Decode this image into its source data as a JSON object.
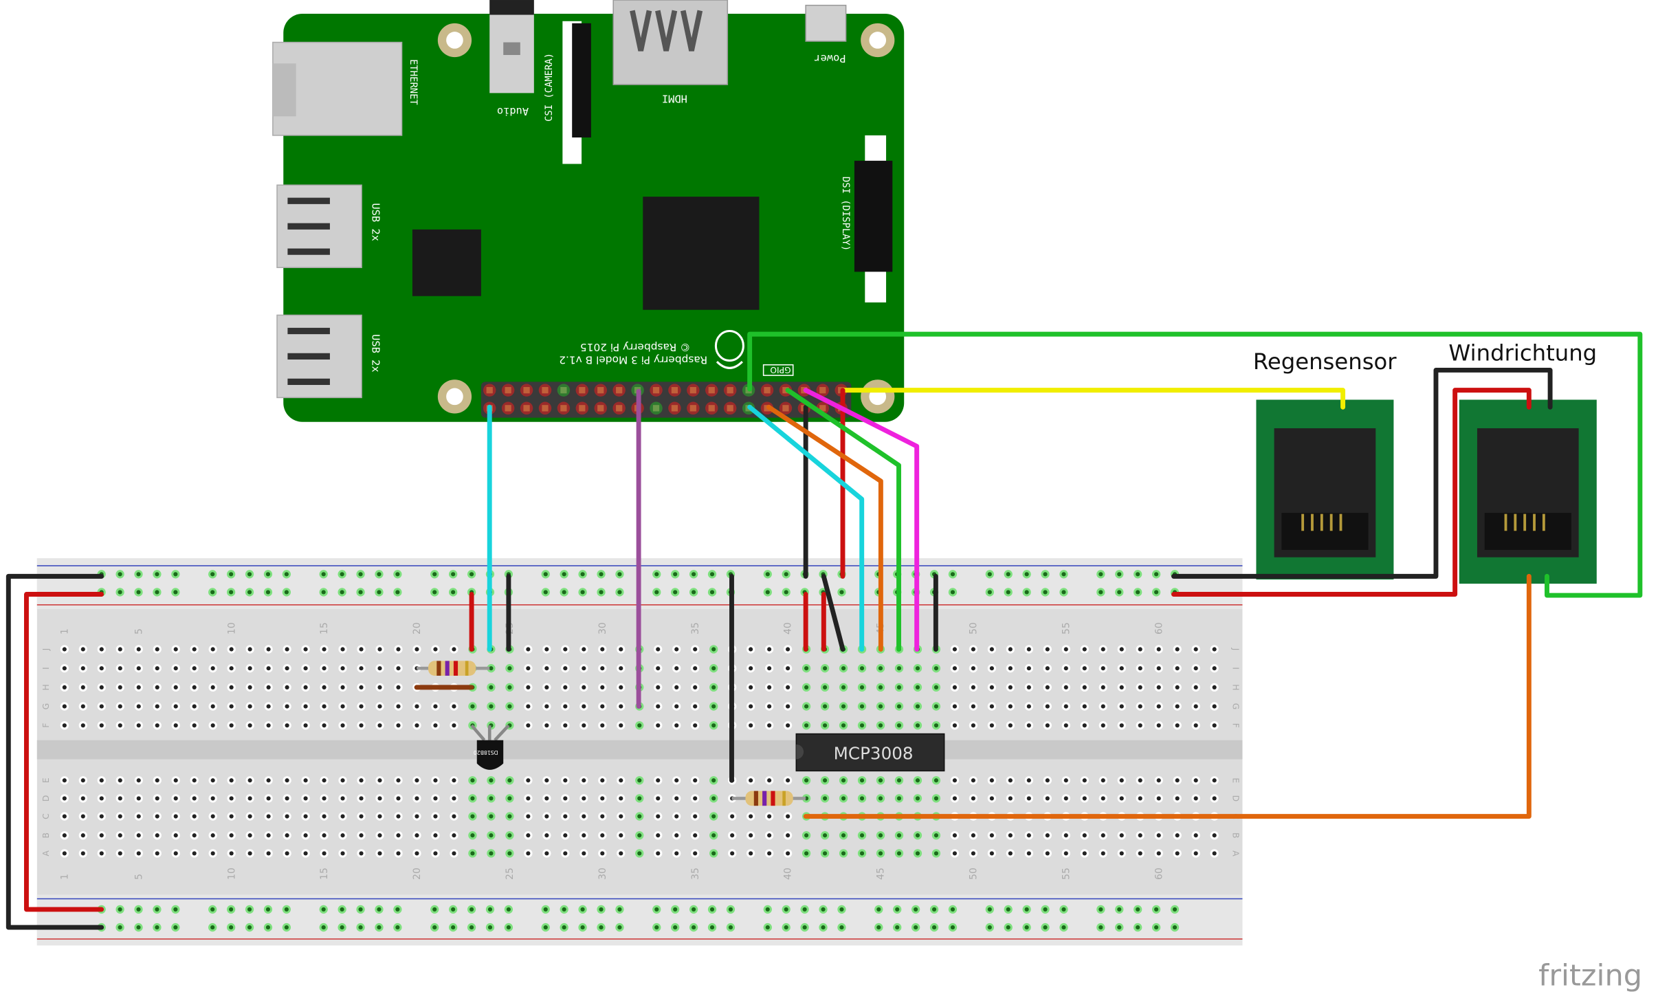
{
  "pi": {
    "model_label": "Raspberry Pi 3 Model B v1.2",
    "copyright_label": "© Raspberry Pi 2015",
    "gpio_label": "GPIO",
    "ethernet_label": "ETHERNET",
    "audio_label": "Audio",
    "csi_label": "CSI (CAMERA)",
    "hdmi_label": "HDMI",
    "power_label": "Power",
    "usb_label_1": "USB 2x",
    "usb_label_2": "USB 2x",
    "dsi_label": "DSI (DISPLAY)",
    "board_color": "#007700"
  },
  "components": {
    "regensensor_label": "Regensensor",
    "windrichtung_label": "Windrichtung",
    "adc_label": "MCP3008",
    "temp_sensor_label": "DS18B20"
  },
  "breadboard": {
    "column_numbers": [
      "1",
      "5",
      "10",
      "15",
      "20",
      "25",
      "30",
      "35",
      "40",
      "45",
      "50",
      "55",
      "60"
    ],
    "rows_top": [
      "J",
      "I",
      "H",
      "G",
      "F"
    ],
    "rows_bottom": [
      "E",
      "D",
      "C",
      "B",
      "A"
    ]
  },
  "wire_colors": {
    "cyan": "#18d4dc",
    "purple": "#9b4f9b",
    "green": "#1fc12a",
    "yellow": "#f1ee00",
    "black": "#222222",
    "red": "#cc1010",
    "orange": "#e0660c",
    "magenta": "#ee22dd",
    "brown": "#8b3a0f"
  },
  "watermark": "fritzing"
}
